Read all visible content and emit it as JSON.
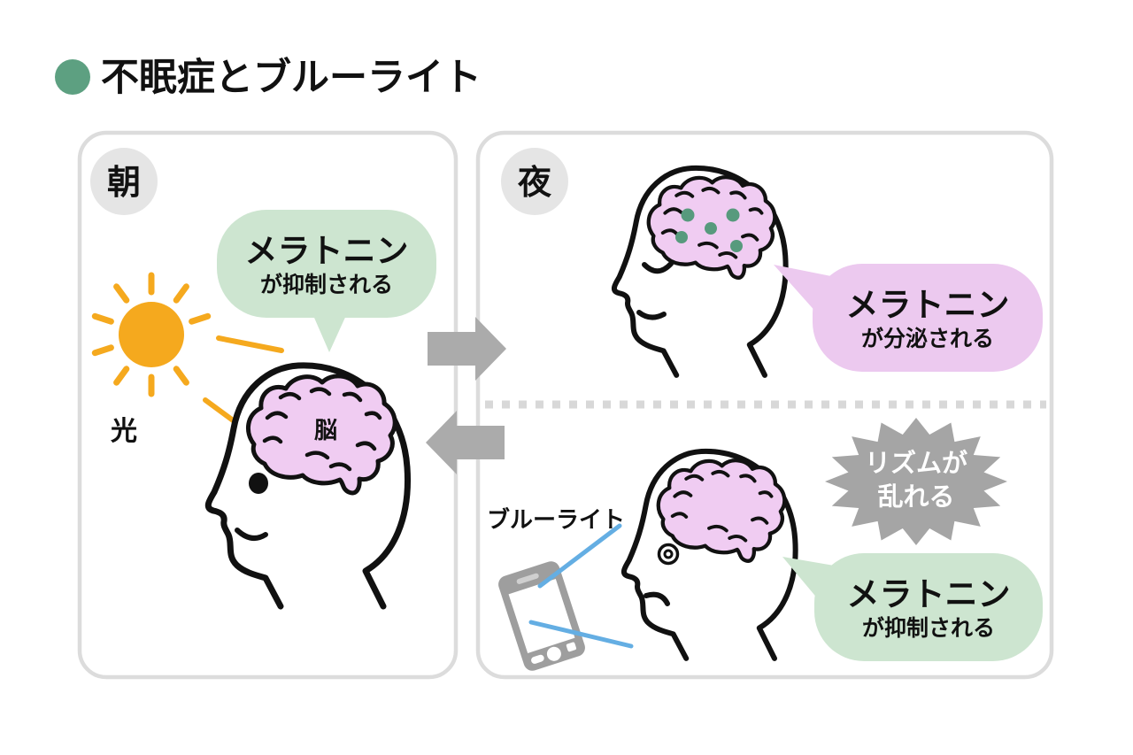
{
  "title": {
    "text": "不眠症とブルーライト"
  },
  "colors": {
    "accent_green": "#5da081",
    "bubble_green": "#cde5d0",
    "bubble_pink": "#ecc9ef",
    "brain_pink": "#f0ccf2",
    "sun_orange": "#f5a91e",
    "blue_light": "#64aee3",
    "arrow_gray": "#ababab",
    "starburst_gray": "#a5a5a5",
    "badge_gray": "#e5e5e5",
    "panel_border": "#dcdcdc",
    "phone_gray": "#9e9e9e",
    "melatonin_dot_green": "#579a7d"
  },
  "panels": {
    "morning": {
      "badge": "朝",
      "suppression_bubble": {
        "line1": "メラトニン",
        "line2": "が抑制される"
      },
      "sun_label": "光",
      "brain_label": "脳"
    },
    "night": {
      "badge": "夜",
      "secretion_bubble": {
        "line1": "メラトニン",
        "line2": "が分泌される"
      },
      "blue_light_label": "ブルーライト",
      "starburst": {
        "line1": "リズムが",
        "line2": "乱れる"
      },
      "suppression_bubble": {
        "line1": "メラトニン",
        "line2": "が抑制される"
      }
    }
  }
}
